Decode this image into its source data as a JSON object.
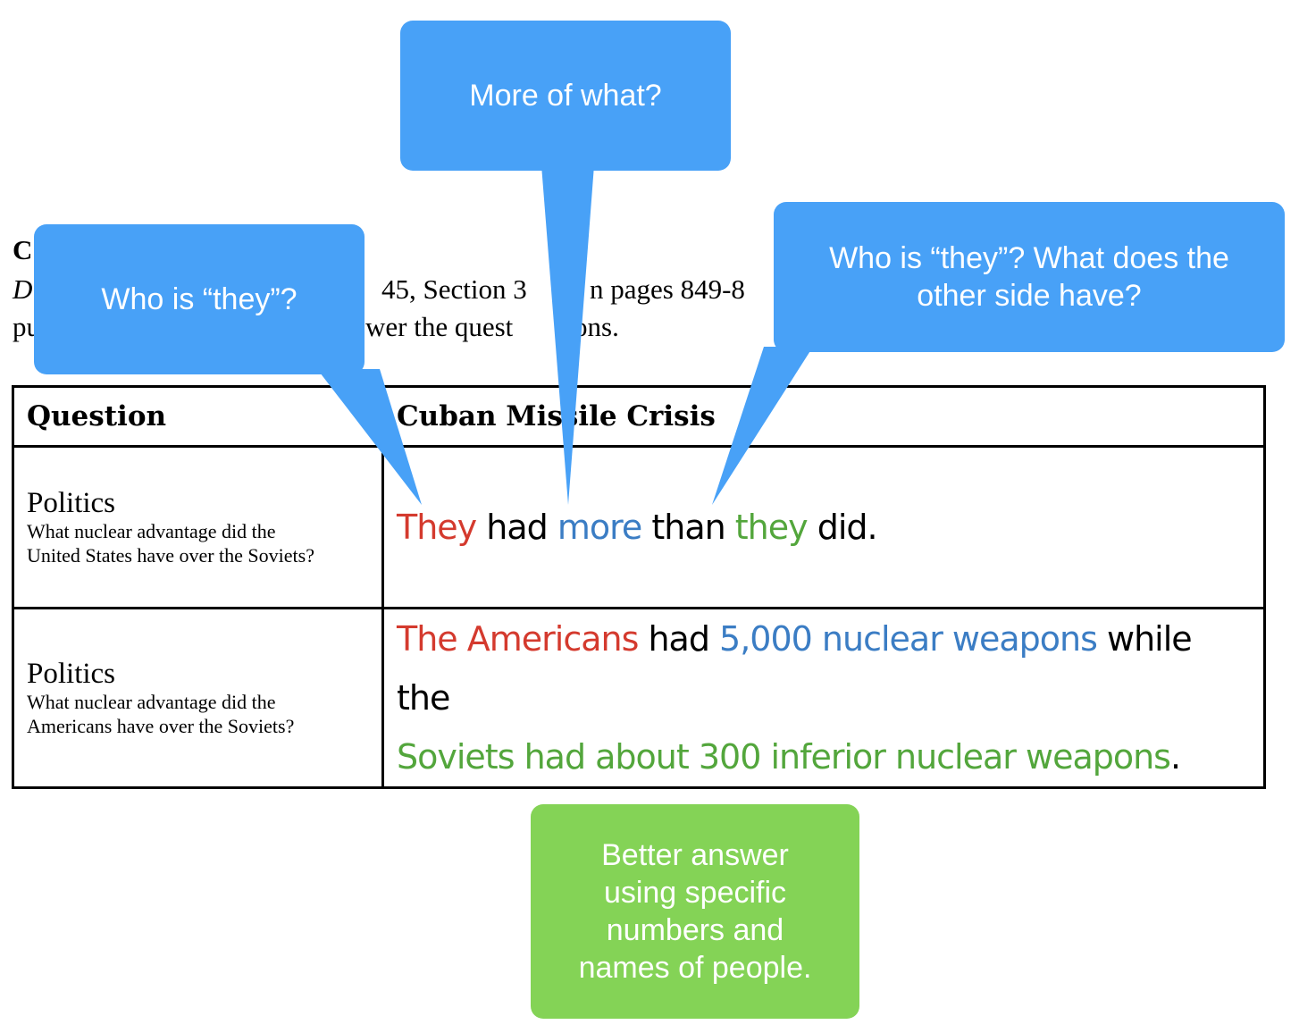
{
  "document": {
    "heading_fragment": "C",
    "line1_fragments": [
      "D",
      "45, Section 3",
      "n pages 849-8"
    ],
    "line2_fragments": [
      "pu",
      "wer the quest",
      "ons."
    ]
  },
  "table": {
    "headers": [
      "Question",
      "Cuban Missile Crisis"
    ],
    "rows": [
      {
        "category": "Politics",
        "question_line1": "What nuclear advantage did the",
        "question_line2": "United States have over the Soviets?",
        "answer": [
          "They",
          " had ",
          "more",
          " than ",
          "they",
          " did."
        ]
      },
      {
        "category": "Politics",
        "question_line1": "What nuclear advantage did the",
        "question_line2": "Americans have over the Soviets?",
        "answer_line1": [
          "The Americans",
          " had ",
          "5,000 nuclear weapons",
          " while the"
        ],
        "answer_line2": [
          "Soviets had about 300 inferior nuclear weapons",
          "."
        ]
      }
    ]
  },
  "callouts": {
    "more": "More of what?",
    "they_1": "Who is “they”?",
    "they_2_line1": "Who is “they”? What does the",
    "they_2_line2": "other side have?",
    "better_answer": [
      "Better answer",
      "using specific",
      "numbers and",
      "names of people."
    ]
  },
  "colors": {
    "callout_blue": "#48a1f7",
    "callout_green": "#84d356",
    "text_red": "#d43a2e",
    "text_blue": "#3b7dc4",
    "text_green": "#53a63c"
  }
}
